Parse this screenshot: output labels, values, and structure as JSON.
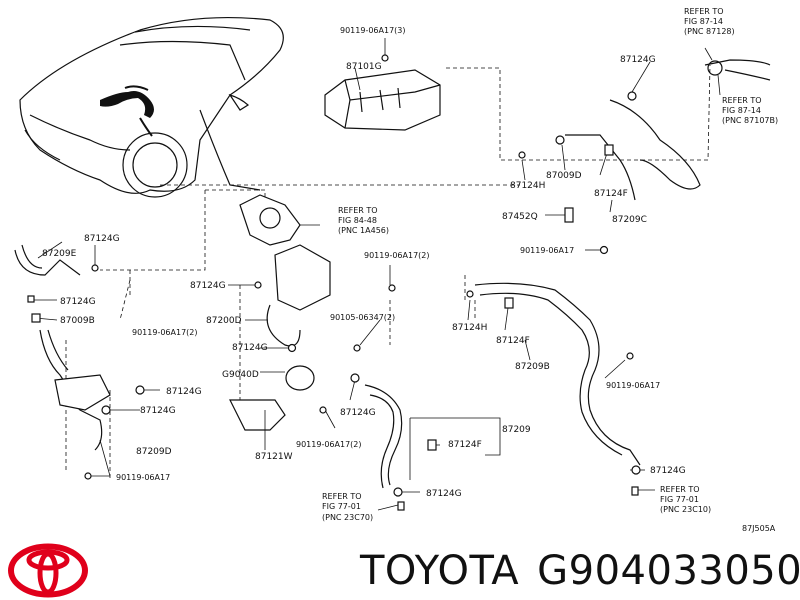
{
  "labels": {
    "bolt_top": "90119-06A17(3)",
    "converter": "87101G",
    "ref_87_14_a_1": "REFER TO",
    "ref_87_14_a_2": "FIG 87-14",
    "ref_87_14_a_3": "(PNC 87128)",
    "clip_top_right": "87124G",
    "ref_87_14_b_1": "REFER TO",
    "ref_87_14_b_2": "FIG 87-14",
    "ref_87_14_b_3": "(PNC 87107B)",
    "clamp_h_top": "87124H",
    "clamp_d_top": "87009D",
    "clamp_f_top": "87124F",
    "bracket_q": "87452Q",
    "hose_c": "87209C",
    "bolt_right": "90119-06A17",
    "ref_84_48_1": "REFER TO",
    "ref_84_48_2": "FIG 84-48",
    "ref_84_48_3": "(PNC 1A456)",
    "bolt_mid_2": "90119-06A17(2)",
    "clip_mid": "87124G",
    "hose_e": "87209E",
    "clip_left_e": "87124G",
    "clip_left_g": "87124G",
    "clamp_left_b": "87009B",
    "bolt_left_2": "90119-06A17(2)",
    "pump_body": "87200D",
    "screw_mid": "90105-06347(2)",
    "clamp_h_mid": "87124H",
    "clamp_f_mid": "87124F",
    "clip_pump": "87124G",
    "pump_g": "G9040D",
    "hose_b": "87209B",
    "clip_left_lower1": "87124G",
    "clip_left_lower2": "87124G",
    "clip_bracket": "87124G",
    "bolt_right_lower": "90119-06A17",
    "hose_d": "87209D",
    "bracket_w": "87121W",
    "bolt_bracket": "90119-06A17(2)",
    "hose_main": "87209",
    "clamp_f_low": "87124F",
    "clip_low_right": "87124G",
    "bolt_left_low": "90119-06A17",
    "ref_77_01_a_1": "REFER TO",
    "ref_77_01_a_2": "FIG 77-01",
    "ref_77_01_a_3": "(PNC 23C10)",
    "clip_bottom": "87124G",
    "ref_77_01_b_1": "REFER TO",
    "ref_77_01_b_2": "FIG 77-01",
    "ref_77_01_b_3": "(PNC 23C70)",
    "drawing_code": "87J505A"
  },
  "brand": {
    "name": "TOYOTA",
    "part_number": "G904033050"
  },
  "colors": {
    "line": "#111111",
    "background": "#ffffff",
    "logo": "#e0001b"
  }
}
